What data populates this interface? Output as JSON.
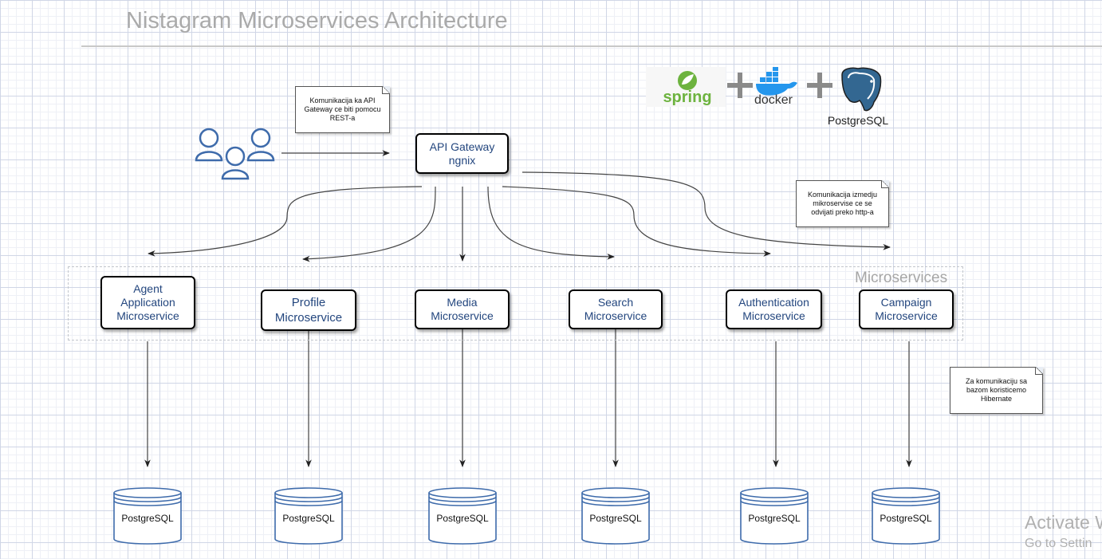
{
  "title": "Nistagram Microservices Architecture",
  "gateway": {
    "line1": "API Gateway",
    "line2": "ngnix"
  },
  "group_label": "Microservices",
  "microservices": [
    {
      "line1": "Agent",
      "line2": "Application",
      "line3": "Microservice"
    },
    {
      "line1": "Profile",
      "line2": "Microservice"
    },
    {
      "line1": "Media",
      "line2": "Microservice"
    },
    {
      "line1": "Search",
      "line2": "Microservice"
    },
    {
      "line1": "Authentication",
      "line2": "Microservice"
    },
    {
      "line1": "Campaign",
      "line2": "Microservice"
    }
  ],
  "databases": [
    "PostgreSQL",
    "PostgreSQL",
    "PostgreSQL",
    "PostgreSQL",
    "PostgreSQL",
    "PostgreSQL"
  ],
  "notes": {
    "rest": [
      "Komunikacija ka API",
      "Gateway ce biti pomocu",
      "REST-a"
    ],
    "http": [
      "Komunikacija izmedju",
      "mikroservise ce se",
      "odvijati preko http-a"
    ],
    "hibernate": [
      "Za komunikaciju sa",
      "bazom koristicemo",
      "Hibernate"
    ]
  },
  "logos": {
    "spring": "spring",
    "docker": "docker",
    "postgres": "PostgreSQL"
  },
  "icons": {
    "users": "users-group-icon"
  },
  "watermark": {
    "line1": "Activate W",
    "line2": "Go to Settin"
  },
  "colors": {
    "box_text": "#23467e",
    "line": "#333333",
    "icon_blue": "#3e6bab",
    "spring_green": "#6db33f",
    "docker_blue": "#2496ed",
    "title_gray": "#aaaaaa"
  }
}
